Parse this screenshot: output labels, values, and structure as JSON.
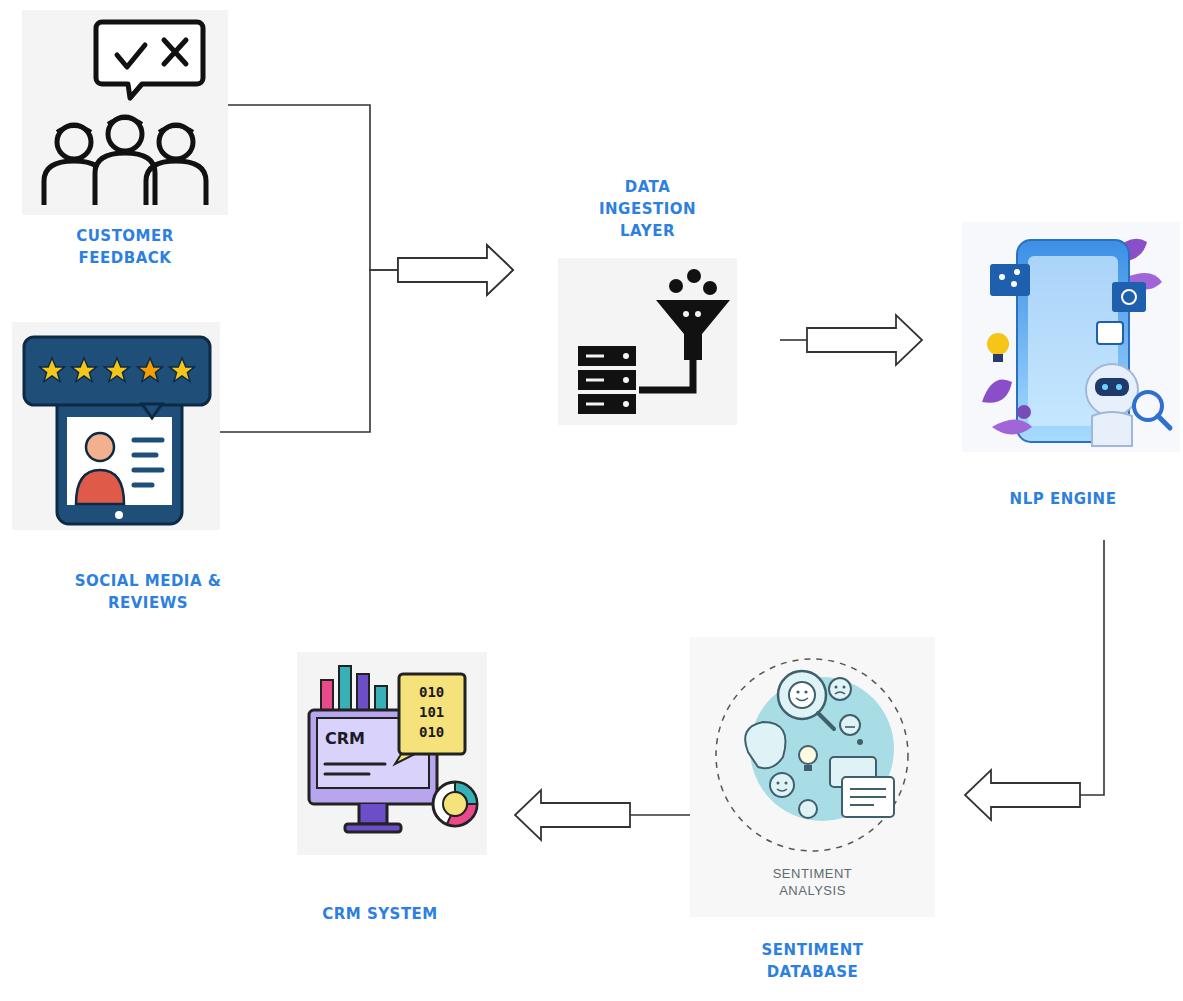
{
  "diagram": {
    "nodes": [
      {
        "text": [
          "CUSTOMER FEEDBACK"
        ]
      },
      {
        "text": [
          "SOCIAL MEDIA & REVIEWS"
        ]
      },
      {
        "text": [
          "DATA INGESTION LAYER"
        ]
      },
      {
        "text": [
          "NLP ENGINE"
        ]
      },
      {
        "text": [
          "SENTIMENT ANALYSIS",
          "SENTIMENT DATABASE"
        ]
      },
      {
        "text": [
          "CRM",
          "CRM SYSTEM"
        ]
      }
    ],
    "edges": [
      {
        "from": 0,
        "to": 2,
        "arrow": "to"
      },
      {
        "from": 1,
        "to": 2,
        "arrow": "to"
      },
      {
        "from": 2,
        "to": 3,
        "arrow": "to"
      },
      {
        "from": 3,
        "to": 4,
        "arrow": "to"
      },
      {
        "from": 4,
        "to": 5,
        "arrow": "to"
      }
    ],
    "labels": [
      "010",
      "101",
      "010"
    ]
  }
}
